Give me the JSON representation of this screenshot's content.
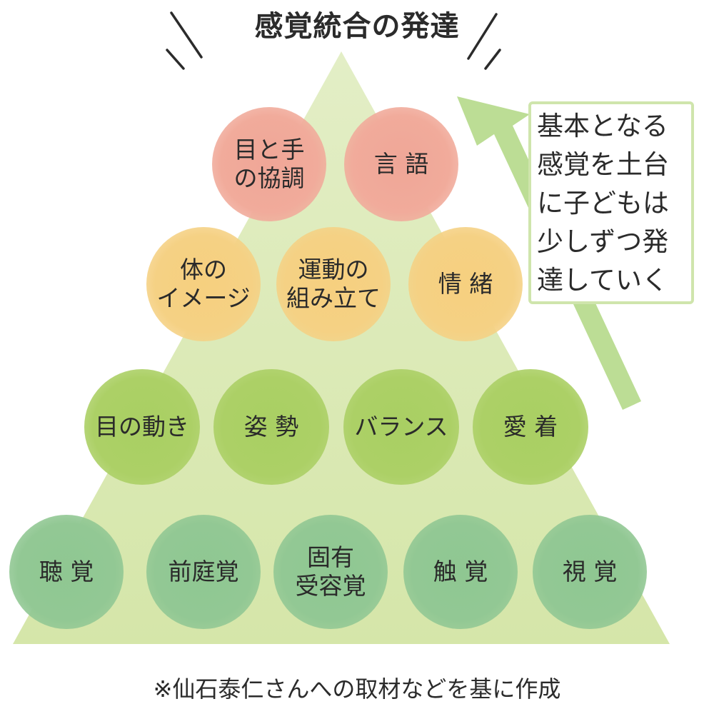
{
  "title": "感覚統合の発達",
  "tiers": [
    {
      "level": "top",
      "items": [
        {
          "label": "目と手\nの協調"
        },
        {
          "label": "言 語"
        }
      ]
    },
    {
      "level": "second",
      "items": [
        {
          "label": "体の\nイメージ"
        },
        {
          "label": "運動の\n組み立て"
        },
        {
          "label": "情 緒"
        }
      ]
    },
    {
      "level": "third",
      "items": [
        {
          "label": "目の動き"
        },
        {
          "label": "姿 勢"
        },
        {
          "label": "バランス"
        },
        {
          "label": "愛 着"
        }
      ]
    },
    {
      "level": "base",
      "items": [
        {
          "label": "聴 覚"
        },
        {
          "label": "前庭覚"
        },
        {
          "label": "固有\n受容覚"
        },
        {
          "label": "触 覚"
        },
        {
          "label": "視 覚"
        }
      ]
    }
  ],
  "note": "基本となる\n感覚を土台\nに子どもは\n少しずつ発\n達していく",
  "footnote": "※仙石泰仁さんへの取材などを基に作成",
  "colors": {
    "pyramid": "#dbe9b4",
    "tier_top": "#f1ab9b",
    "tier_second": "#f5d184",
    "tier_third": "#acd066",
    "tier_base": "#92c894",
    "arrow": "#b5d98a",
    "note_border": "#cfe5ac"
  }
}
